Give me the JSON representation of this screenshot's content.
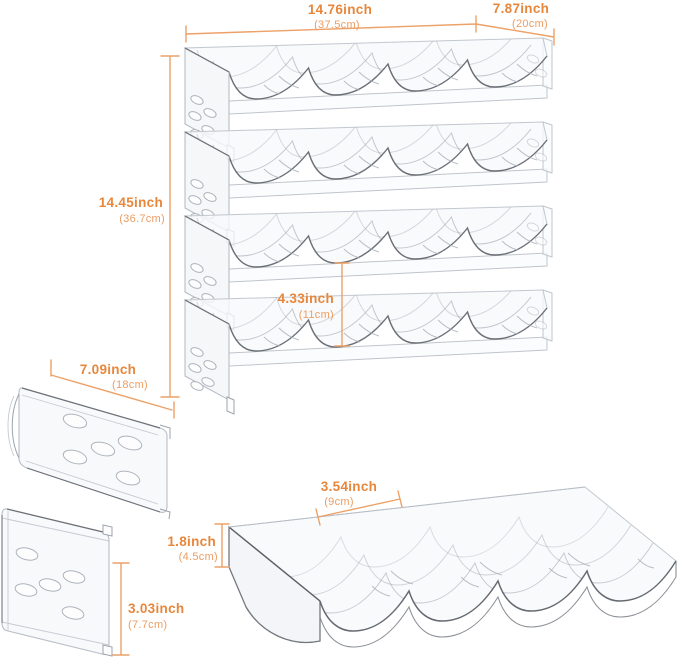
{
  "annotations": {
    "width": {
      "inch": "14.76inch",
      "cm": "(37.5cm)"
    },
    "depth": {
      "inch": "7.87inch",
      "cm": "(20cm)"
    },
    "height": {
      "inch": "14.45inch",
      "cm": "(36.7cm)"
    },
    "clearance": {
      "inch": "4.33inch",
      "cm": "(11cm)"
    },
    "panel_width": {
      "inch": "7.09inch",
      "cm": "(18cm)"
    },
    "panel_height": {
      "inch": "3.03inch",
      "cm": "(7.7cm)"
    },
    "slot_width": {
      "inch": "3.54inch",
      "cm": "(9cm)"
    },
    "tray_height": {
      "inch": "1.8inch",
      "cm": "(4.5cm)"
    }
  },
  "colors": {
    "dimension_text": "#E7873C",
    "dimension_text_light": "#EC9D62",
    "dimension_line": "#ECA168",
    "artwork_line_light": "#BFC5CC",
    "artwork_line_dark": "#5B5F66",
    "background": "#FFFFFF"
  }
}
